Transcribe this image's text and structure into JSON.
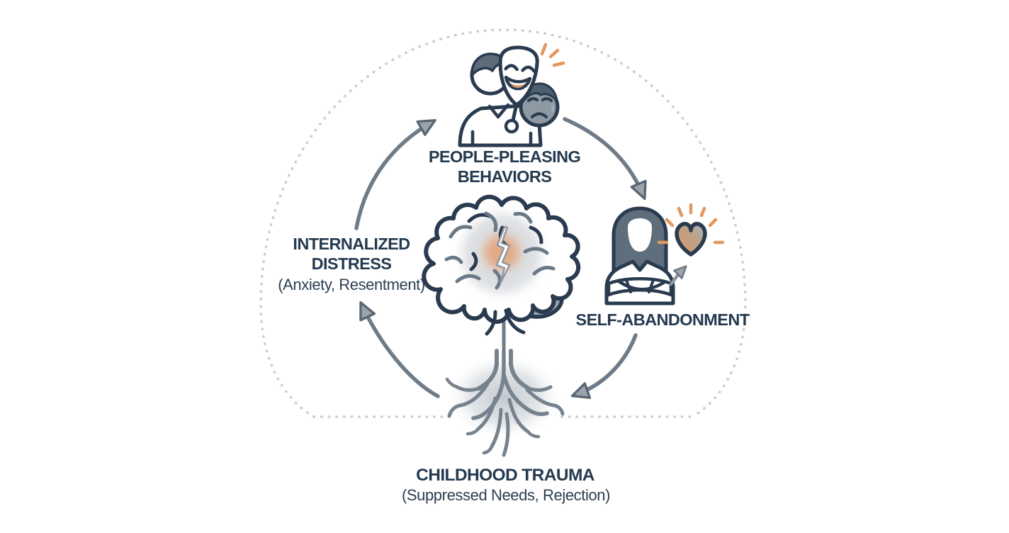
{
  "diagram": {
    "type": "cycle",
    "nodes": {
      "people_pleasing": {
        "line1": "PEOPLE-PLEASING",
        "line2": "BEHAVIORS",
        "icon": "mask-person-icon"
      },
      "self_abandonment": {
        "line1": "SELF-ABANDONMENT",
        "icon": "woman-crossed-arms-heart-icon"
      },
      "childhood_trauma": {
        "line1": "CHILDHOOD TRAUMA",
        "subtitle": "(Suppressed Needs, Rejection)",
        "icon": "roots-icon"
      },
      "internalized_distress": {
        "line1": "INTERNALIZED",
        "line2": "DISTRESS",
        "subtitle": "(Anxiety, Resentment)"
      },
      "center": {
        "icon": "brain-crack-icon"
      }
    },
    "edges": [
      {
        "from": "internalized_distress",
        "to": "people_pleasing"
      },
      {
        "from": "people_pleasing",
        "to": "self_abandonment"
      },
      {
        "from": "self_abandonment",
        "to": "childhood_trauma"
      },
      {
        "from": "childhood_trauma",
        "to": "internalized_distress"
      },
      {
        "from": "woman",
        "to": "heart"
      }
    ],
    "colors": {
      "text_navy": "#243a50",
      "outline_navy": "#2a3b4f",
      "arrow_gray": "#6f7c88",
      "arrowhead_fill": "#9aa4ae",
      "dotted_border": "#cacfd4",
      "accent_orange": "#e2985f",
      "icon_gray": "#8d99a3",
      "hair_gray": "#5f6e7b",
      "root_gray": "#76828e",
      "heart_tan": "#d89a6c",
      "background": "#ffffff"
    }
  }
}
